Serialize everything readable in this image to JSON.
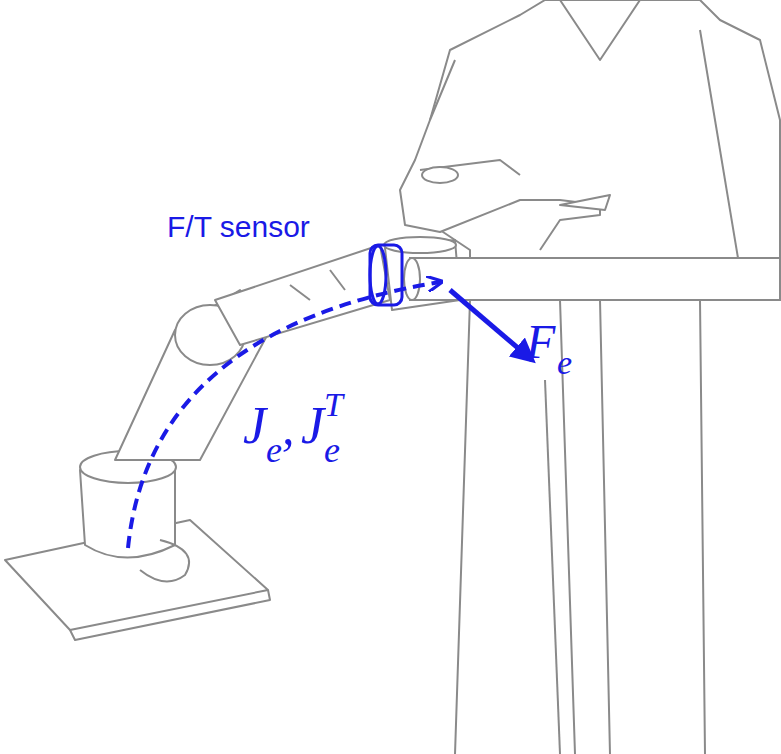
{
  "diagram": {
    "labels": [
      "F/T sensor",
      "F",
      "e",
      "J",
      "e",
      ",",
      "J",
      "e",
      "T"
    ]
  }
}
